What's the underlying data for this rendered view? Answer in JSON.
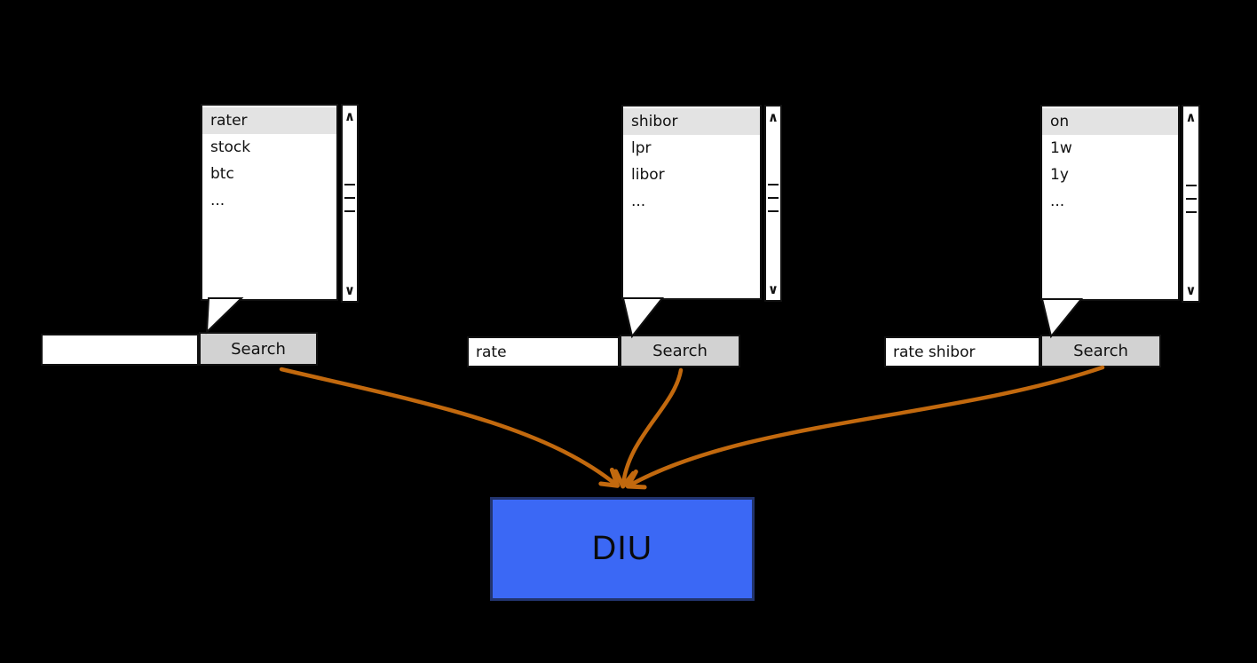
{
  "canvas": {
    "background": "#000000"
  },
  "colors": {
    "arrow_orange": "#c2690e",
    "target_fill": "#3b68f5",
    "target_border": "#22346e",
    "button_gray": "#d2d2d2",
    "selected_row_gray": "#e3e3e3",
    "panel_white": "#ffffff",
    "outline_black": "#111111"
  },
  "icons": {
    "scrollbar_up": "∧",
    "scrollbar_down": "∨"
  },
  "dropdowns": [
    {
      "items": [
        "rater",
        "stock",
        "btc",
        "..."
      ],
      "selected_index": 0
    },
    {
      "items": [
        "shibor",
        "lpr",
        "libor",
        "..."
      ],
      "selected_index": 0
    },
    {
      "items": [
        "on",
        "1w",
        "1y",
        "..."
      ],
      "selected_index": 0
    }
  ],
  "search_bars": [
    {
      "value": "",
      "button_label": "Search"
    },
    {
      "value": "rate",
      "button_label": "Search"
    },
    {
      "value": "rate shibor",
      "button_label": "Search"
    }
  ],
  "target_box": {
    "label": "DIU"
  }
}
